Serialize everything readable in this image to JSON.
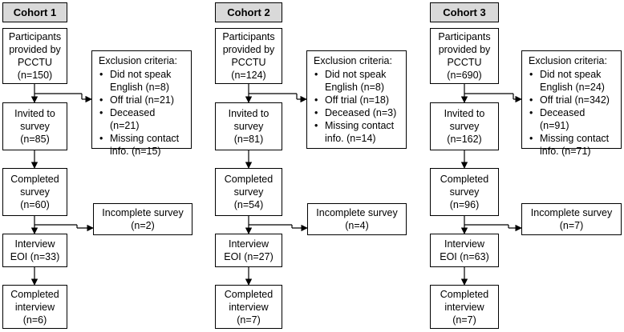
{
  "cohorts": [
    {
      "title": "Cohort 1",
      "provided": [
        "Participants",
        "provided by",
        "PCCTU",
        "(n=150)"
      ],
      "invited": [
        "Invited to",
        "survey",
        "(n=85)"
      ],
      "completed_survey": [
        "Completed",
        "survey",
        "(n=60)"
      ],
      "interview": [
        "Interview",
        "EOI (n=33)"
      ],
      "completed_interview": [
        "Completed",
        "interview",
        "(n=6)"
      ],
      "exclusion_title": "Exclusion criteria:",
      "exclusion_items": [
        "Did not speak",
        "English (n=8)",
        "Off trial (n=21)",
        "Deceased (n=21)",
        "Missing contact",
        "info. (n=15)"
      ],
      "incomplete": [
        "Incomplete survey",
        "(n=2)"
      ]
    },
    {
      "title": "Cohort 2",
      "provided": [
        "Participants",
        "provided by",
        "PCCTU",
        "(n=124)"
      ],
      "invited": [
        "Invited to",
        "survey",
        "(n=81)"
      ],
      "completed_survey": [
        "Completed",
        "survey",
        "(n=54)"
      ],
      "interview": [
        "Interview",
        "EOI (n=27)"
      ],
      "completed_interview": [
        "Completed",
        "interview",
        "(n=7)"
      ],
      "exclusion_title": "Exclusion criteria:",
      "exclusion_items": [
        "Did not speak",
        "English (n=8)",
        "Off trial (n=18)",
        "Deceased (n=3)",
        "Missing contact",
        "info. (n=14)"
      ],
      "incomplete": [
        "Incomplete survey",
        "(n=4)"
      ]
    },
    {
      "title": "Cohort 3",
      "provided": [
        "Participants",
        "provided by",
        "PCCTU",
        "(n=690)"
      ],
      "invited": [
        "Invited to",
        "survey",
        "(n=162)"
      ],
      "completed_survey": [
        "Completed",
        "survey",
        "(n=96)"
      ],
      "interview": [
        "Interview",
        "EOI (n=63)"
      ],
      "completed_interview": [
        "Completed",
        "interview",
        "(n=7)"
      ],
      "exclusion_title": "Exclusion criteria:",
      "exclusion_items": [
        "Did not speak",
        "English (n=24)",
        "Off trial (n=342)",
        "Deceased (n=91)",
        "Missing contact",
        "info. (n=71)"
      ],
      "incomplete": [
        "Incomplete survey",
        "(n=7)"
      ]
    }
  ]
}
